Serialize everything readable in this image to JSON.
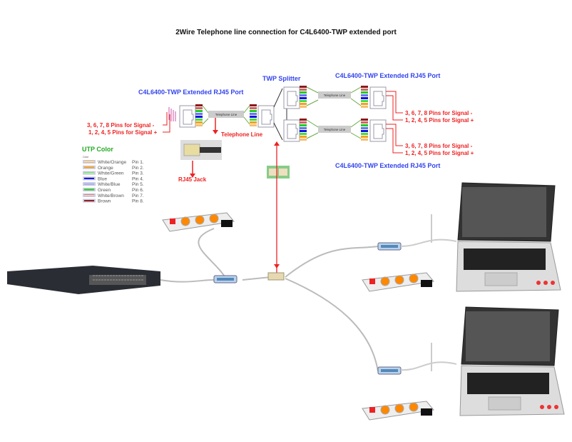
{
  "title": "2Wire Telephone line connection for C4L6400-TWP extended port",
  "labels": {
    "port_left": "C4L6400-TWP Extended RJ45 Port",
    "port_right_top": "C4L6400-TWP Extended RJ45 Port",
    "port_right_bottom": "C4L6400-TWP Extended RJ45 Port",
    "splitter": "TWP Splitter",
    "telephone_line_box": "Telephone Line",
    "telephone_line": "Telephone Line",
    "rj45_jack": "RJ45 Jack",
    "signal_minus": "3, 6, 7, 8 Pins for Signal -",
    "signal_plus": "1, 2, 4, 5 Pins for Signal +"
  },
  "utp": {
    "title": "UTP Color",
    "header": "Color",
    "rows": [
      {
        "name": "White/Orange",
        "pin": "Pin 1.",
        "color": "#f4a020",
        "striped": true
      },
      {
        "name": "Orange",
        "pin": "Pin 2.",
        "color": "#f4a020",
        "striped": false
      },
      {
        "name": "White/Green",
        "pin": "Pin 3.",
        "color": "#44dd44",
        "striped": true
      },
      {
        "name": "Blue",
        "pin": "Pin 4.",
        "color": "#1111dd",
        "striped": false
      },
      {
        "name": "White/Blue",
        "pin": "Pin 5.",
        "color": "#6677ee",
        "striped": true
      },
      {
        "name": "Green",
        "pin": "Pin 6.",
        "color": "#22cc22",
        "striped": false
      },
      {
        "name": "White/Brown",
        "pin": "Pin 7.",
        "color": "#cc6666",
        "striped": true
      },
      {
        "name": "Brown",
        "pin": "Pin 8.",
        "color": "#8b1a1a",
        "striped": false
      }
    ]
  },
  "colors": {
    "title_blue": "#3344ee",
    "signal_red": "#ee2222",
    "utp_green": "#22aa22"
  }
}
